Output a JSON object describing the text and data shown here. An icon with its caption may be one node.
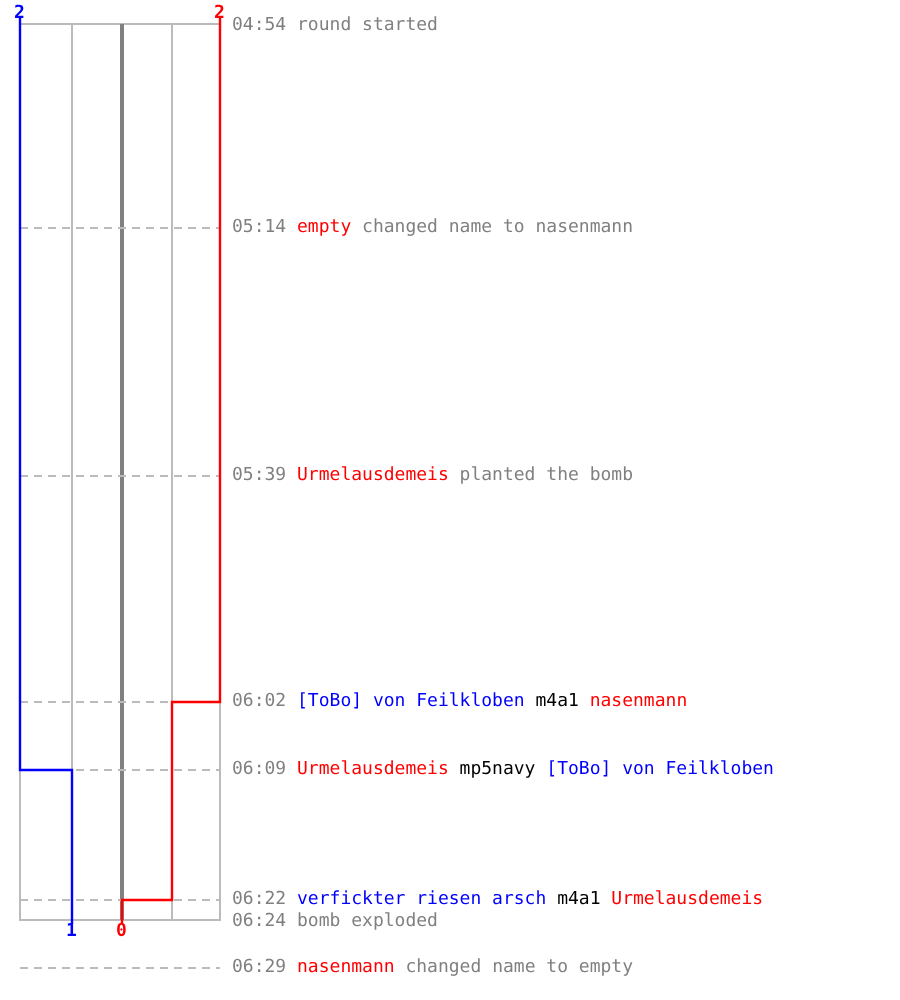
{
  "diagram": {
    "labels": [
      "2",
      "2",
      "04:54",
      "round started",
      "05:14",
      "empty",
      "changed name to nasenmann",
      "05:39",
      "Urmelausdemeis",
      "planted the bomb",
      "06:02",
      "[ToBo] von Feilkloben",
      "m4a1",
      "nasenmann",
      "06:09",
      "Urmelausdemeis",
      "mp5navy",
      "[ToBo] von Feilkloben",
      "06:22",
      "verfickter riesen arsch",
      "m4a1",
      "Urmelausdemeis",
      "06:24",
      "bomb exploded",
      "1",
      "0",
      "06:29",
      "nasenmann",
      "changed name to empty"
    ]
  }
}
